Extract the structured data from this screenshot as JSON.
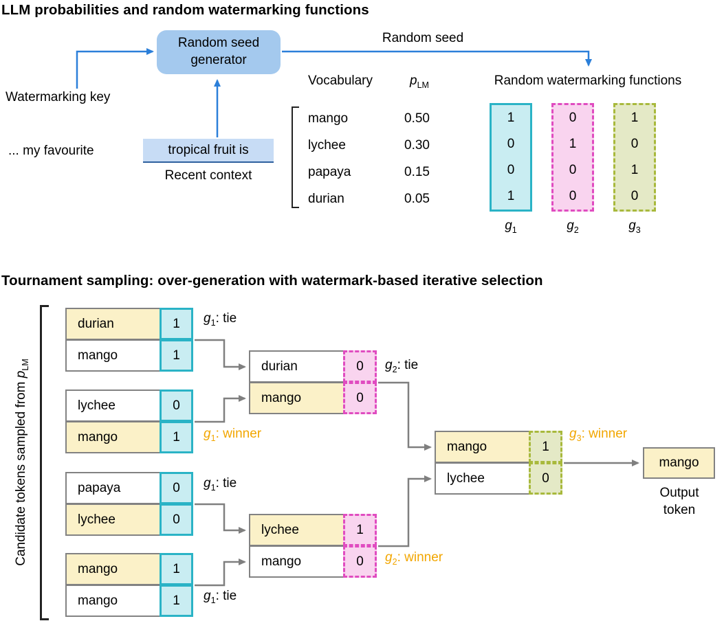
{
  "colors": {
    "arrow_blue": "#2b7fd9",
    "generator_fill": "#a4c9ee",
    "context_fill": "#c7dcf5",
    "cyan_border": "#2ab3c6",
    "cyan_fill": "#c9edf2",
    "pink_border": "#e04cc0",
    "pink_fill": "#f9d4ef",
    "olive_border": "#a8b93c",
    "olive_fill": "#e4e9c6",
    "token_yellow_fill": "#fbf1c8",
    "winner_orange": "#f2a600",
    "arrow_gray": "#7f7f7f"
  },
  "top": {
    "title": "LLM probabilities and random watermarking functions",
    "generator_line1": "Random seed",
    "generator_line2": "generator",
    "watermarking_key": "Watermarking key",
    "random_seed_label": "Random seed",
    "context_prefix": "... my favourite",
    "context_highlight": "tropical fruit is",
    "context_caption": "Recent context",
    "vocabulary_header": "Vocabulary",
    "plm_symbol": "p",
    "plm_sub": "LM",
    "rwf_header": "Random watermarking functions",
    "vocab": [
      {
        "token": "mango",
        "prob": "0.50"
      },
      {
        "token": "lychee",
        "prob": "0.30"
      },
      {
        "token": "papaya",
        "prob": "0.15"
      },
      {
        "token": "durian",
        "prob": "0.05"
      }
    ],
    "functions": [
      {
        "symbol": "g",
        "sub": "1",
        "values": [
          "1",
          "0",
          "0",
          "1"
        ]
      },
      {
        "symbol": "g",
        "sub": "2",
        "values": [
          "0",
          "1",
          "0",
          "0"
        ]
      },
      {
        "symbol": "g",
        "sub": "3",
        "values": [
          "1",
          "0",
          "1",
          "0"
        ]
      }
    ]
  },
  "bottom": {
    "title": "Tournament sampling: over-generation with watermark-based iterative selection",
    "side_label_text": "Candidate tokens sampled from ",
    "side_label_symbol": "p",
    "side_label_sub": "LM",
    "round1": {
      "pairs": [
        {
          "rows": [
            {
              "token": "durian",
              "value": "1",
              "highlight": true
            },
            {
              "token": "mango",
              "value": "1",
              "highlight": false
            }
          ],
          "label": {
            "symbol": "g",
            "sub": "1",
            "text": ": tie"
          }
        },
        {
          "rows": [
            {
              "token": "lychee",
              "value": "0",
              "highlight": false
            },
            {
              "token": "mango",
              "value": "1",
              "highlight": true
            }
          ],
          "label": {
            "symbol": "g",
            "sub": "1",
            "text": ": winner"
          }
        },
        {
          "rows": [
            {
              "token": "papaya",
              "value": "0",
              "highlight": false
            },
            {
              "token": "lychee",
              "value": "0",
              "highlight": true
            }
          ],
          "label": {
            "symbol": "g",
            "sub": "1",
            "text": ": tie"
          }
        },
        {
          "rows": [
            {
              "token": "mango",
              "value": "1",
              "highlight": true
            },
            {
              "token": "mango",
              "value": "1",
              "highlight": false
            }
          ],
          "label": {
            "symbol": "g",
            "sub": "1",
            "text": ": tie"
          }
        }
      ]
    },
    "round2": {
      "pairs": [
        {
          "rows": [
            {
              "token": "durian",
              "value": "0",
              "highlight": false
            },
            {
              "token": "mango",
              "value": "0",
              "highlight": true
            }
          ],
          "label": {
            "symbol": "g",
            "sub": "2",
            "text": ": tie"
          }
        },
        {
          "rows": [
            {
              "token": "lychee",
              "value": "1",
              "highlight": true
            },
            {
              "token": "mango",
              "value": "0",
              "highlight": false
            }
          ],
          "label": {
            "symbol": "g",
            "sub": "2",
            "text": ": winner"
          }
        }
      ]
    },
    "round3": {
      "pairs": [
        {
          "rows": [
            {
              "token": "mango",
              "value": "1",
              "highlight": true
            },
            {
              "token": "lychee",
              "value": "0",
              "highlight": false
            }
          ],
          "label": {
            "symbol": "g",
            "sub": "3",
            "text": ": winner"
          }
        }
      ]
    },
    "output_token": "mango",
    "output_caption_line1": "Output",
    "output_caption_line2": "token"
  }
}
